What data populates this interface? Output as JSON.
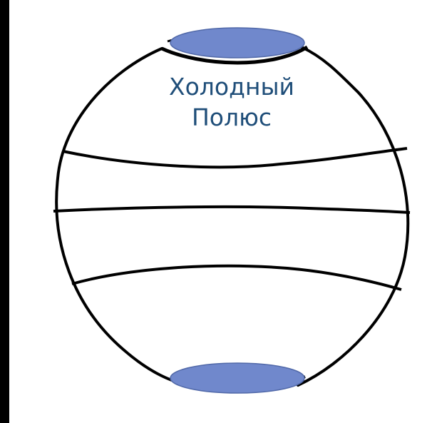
{
  "diagram": {
    "label_line1": "Холодный",
    "label_line2": "Полюс"
  },
  "colors": {
    "pole_fill": "#7088cc",
    "label_text": "#1f4e79",
    "outline": "#000000",
    "background": "#000000",
    "slide": "#ffffff"
  },
  "icons": {
    "globe": "globe-icon",
    "north_pole": "north-pole-ellipse",
    "south_pole": "south-pole-ellipse"
  }
}
